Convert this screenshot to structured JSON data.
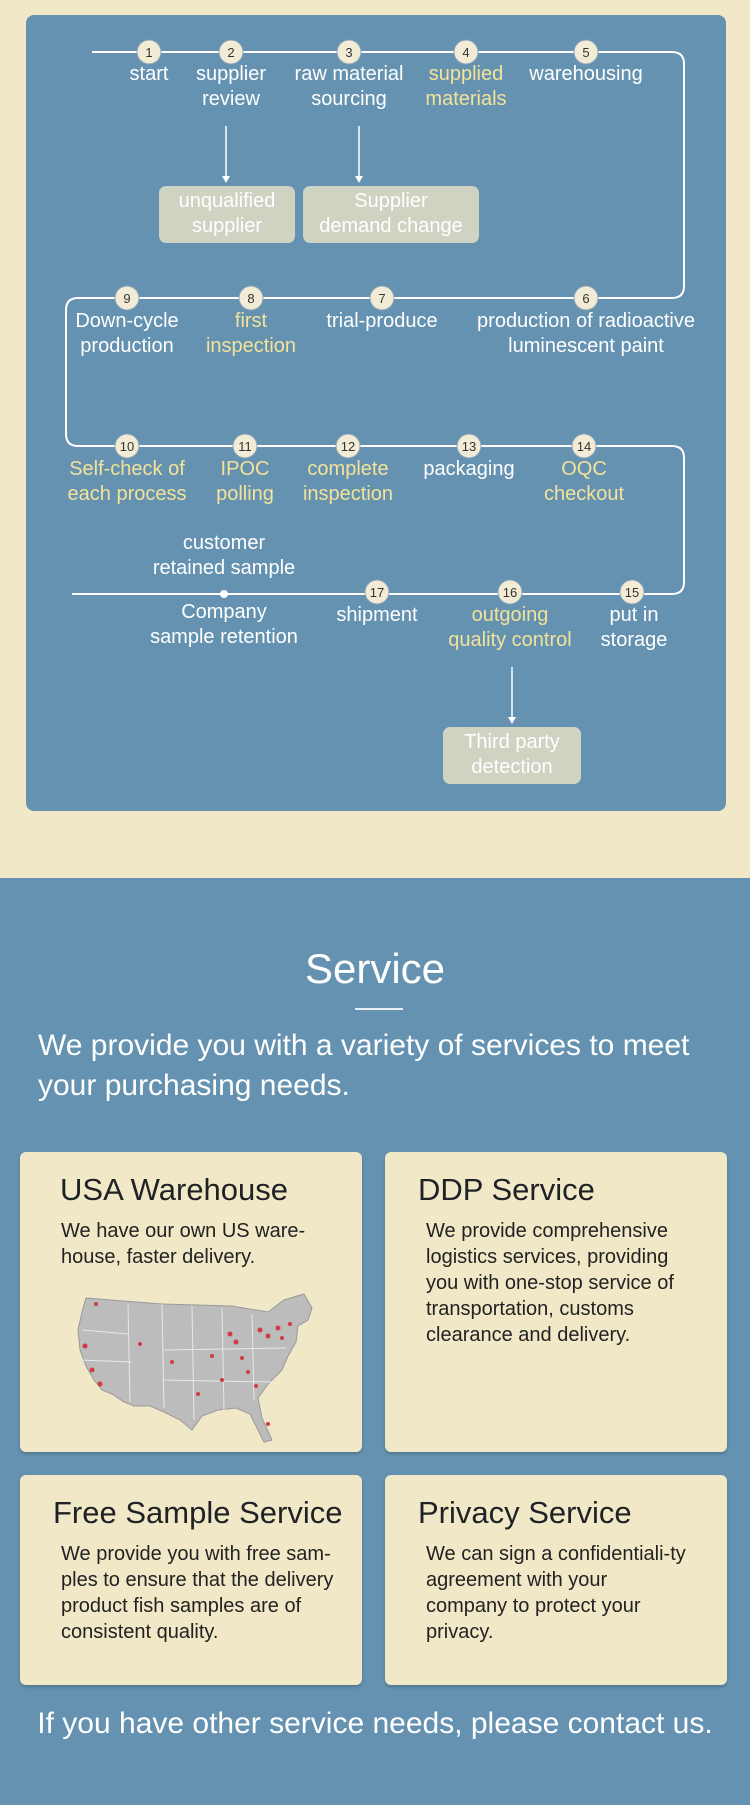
{
  "flow": {
    "steps": [
      {
        "num": "1",
        "lines": [
          "start"
        ],
        "highlight": false
      },
      {
        "num": "2",
        "lines": [
          "supplier",
          "review"
        ],
        "highlight": false
      },
      {
        "num": "3",
        "lines": [
          "raw material",
          "sourcing"
        ],
        "highlight": false
      },
      {
        "num": "4",
        "lines": [
          "supplied",
          "materials"
        ],
        "highlight": true
      },
      {
        "num": "5",
        "lines": [
          "warehousing"
        ],
        "highlight": false
      },
      {
        "num": "6",
        "lines": [
          "production of radioactive",
          "luminescent paint"
        ],
        "highlight": false
      },
      {
        "num": "7",
        "lines": [
          "trial-produce"
        ],
        "highlight": false
      },
      {
        "num": "8",
        "lines": [
          "first",
          "inspection"
        ],
        "highlight": true
      },
      {
        "num": "9",
        "lines": [
          "Down-cycle",
          "production"
        ],
        "highlight": false
      },
      {
        "num": "10",
        "lines": [
          "Self-check of",
          "each process"
        ],
        "highlight": true
      },
      {
        "num": "11",
        "lines": [
          "IPOC",
          "polling"
        ],
        "highlight": true
      },
      {
        "num": "12",
        "lines": [
          "complete",
          "inspection"
        ],
        "highlight": true
      },
      {
        "num": "13",
        "lines": [
          "packaging"
        ],
        "highlight": false
      },
      {
        "num": "14",
        "lines": [
          "OQC",
          "checkout"
        ],
        "highlight": true
      },
      {
        "num": "15",
        "lines": [
          "put in",
          "storage"
        ],
        "highlight": false
      },
      {
        "num": "16",
        "lines": [
          "outgoing",
          "quality control"
        ],
        "highlight": true
      },
      {
        "num": "17",
        "lines": [
          "shipment"
        ],
        "highlight": false
      }
    ],
    "retention": {
      "above": [
        "customer",
        "retained sample"
      ],
      "below": [
        "Company",
        "sample retention"
      ]
    },
    "boxes": [
      {
        "lines": [
          "unqualified",
          "supplier"
        ]
      },
      {
        "lines": [
          "Supplier",
          "demand change"
        ]
      },
      {
        "lines": [
          "Third party",
          "detection"
        ]
      }
    ],
    "colors": {
      "panel": "#6492b0",
      "line": "#ffffff",
      "text": "#ffffff",
      "highlight": "#f3e39a",
      "box": "#ced3c2",
      "circle_fill": "#f2ecd6",
      "circle_text": "#333333"
    }
  },
  "service": {
    "title": "Service",
    "intro": "We provide you with a variety of services to meet your purchasing needs.",
    "cards": [
      {
        "title": "USA Warehouse",
        "text": "We have our own US ware-house, faster delivery.",
        "image": "usa-warehouse-map"
      },
      {
        "title": "DDP Service",
        "text": "We provide comprehensive logistics services, providing you with one-stop service of transportation, customs clearance and delivery."
      },
      {
        "title": "Free Sample Service",
        "text": "We provide you with free sam-ples to ensure that the delivery product fish samples are of consistent quality."
      },
      {
        "title": "Privacy Service",
        "text": "We can sign a confidentiali-ty agreement with your company to protect your privacy."
      }
    ],
    "outro": "If you have other service needs, please contact us."
  }
}
